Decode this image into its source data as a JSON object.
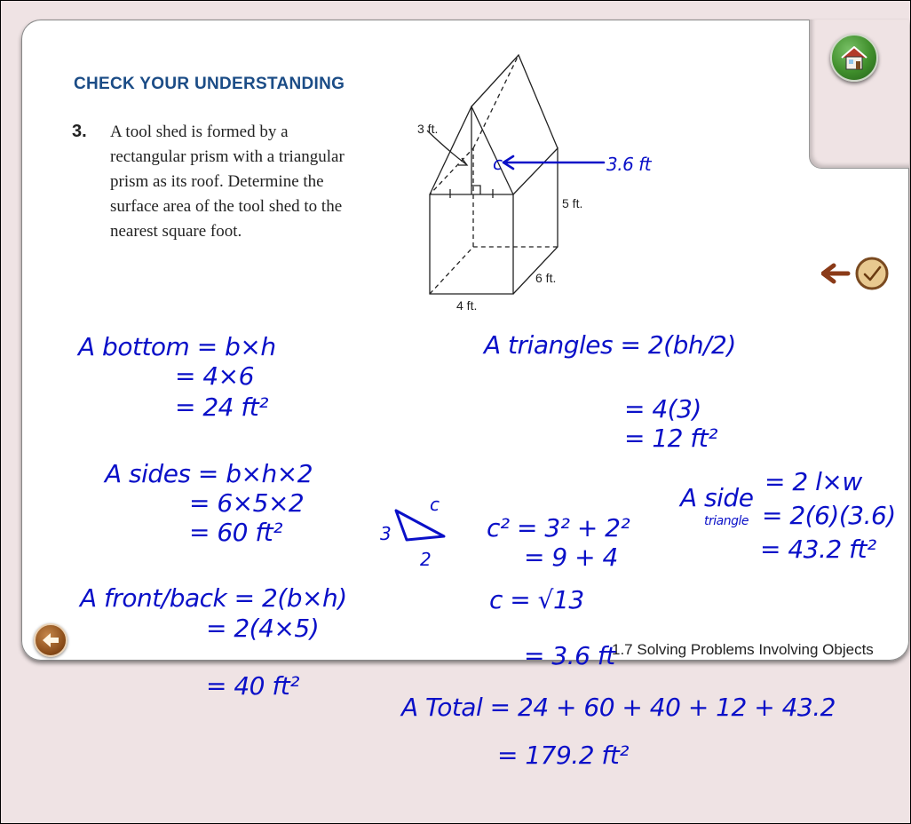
{
  "heading": "CHECK YOUR UNDERSTANDING",
  "question": {
    "number": "3.",
    "text": "A tool shed is formed by a rectangular prism with a triangular prism as its roof. Determine the surface area of the tool shed to the nearest square foot."
  },
  "diagram": {
    "labels": {
      "roof_height": "3 ft.",
      "height": "5 ft.",
      "depth": "6 ft.",
      "width": "4 ft."
    }
  },
  "footer": {
    "section": "1.7 Solving Problems Involving Objects"
  },
  "navigation": {
    "home_icon": "home-icon",
    "prev_icon": "arrow-left-icon",
    "answer_icon": "check-answer-icon"
  },
  "colors": {
    "ink": "#0a10c8",
    "heading": "#1b4c86",
    "home": "#3f8e2b",
    "nav": "#8a4c19"
  },
  "annotations": {
    "slant": "3.6 ft",
    "bottom": [
      "A bottom = b×h",
      "= 4×6",
      "= 24 ft²"
    ],
    "sides": [
      "A sides = b×h×2",
      "= 6×5×2",
      "= 60 ft²"
    ],
    "front_back": [
      "A front/back = 2(b×h)",
      "= 2(4×5)",
      "= 40 ft²"
    ],
    "triangles": [
      "A triangles = 2(bh/2)",
      "= 4(3)",
      "= 12 ft²"
    ],
    "sketch": {
      "c": "c",
      "three": "3",
      "two": "2"
    },
    "pythagoras": [
      "c² = 3² + 2²",
      "= 9 + 4",
      "c = √13",
      "= 3.6 ft"
    ],
    "side_triangle": [
      "A side",
      "triangle",
      "= 2 l×w",
      "= 2(6)(3.6)",
      "= 43.2 ft²"
    ],
    "total": [
      "A Total = 24 + 60 + 40 + 12 + 43.2",
      "= 179.2 ft²"
    ]
  }
}
